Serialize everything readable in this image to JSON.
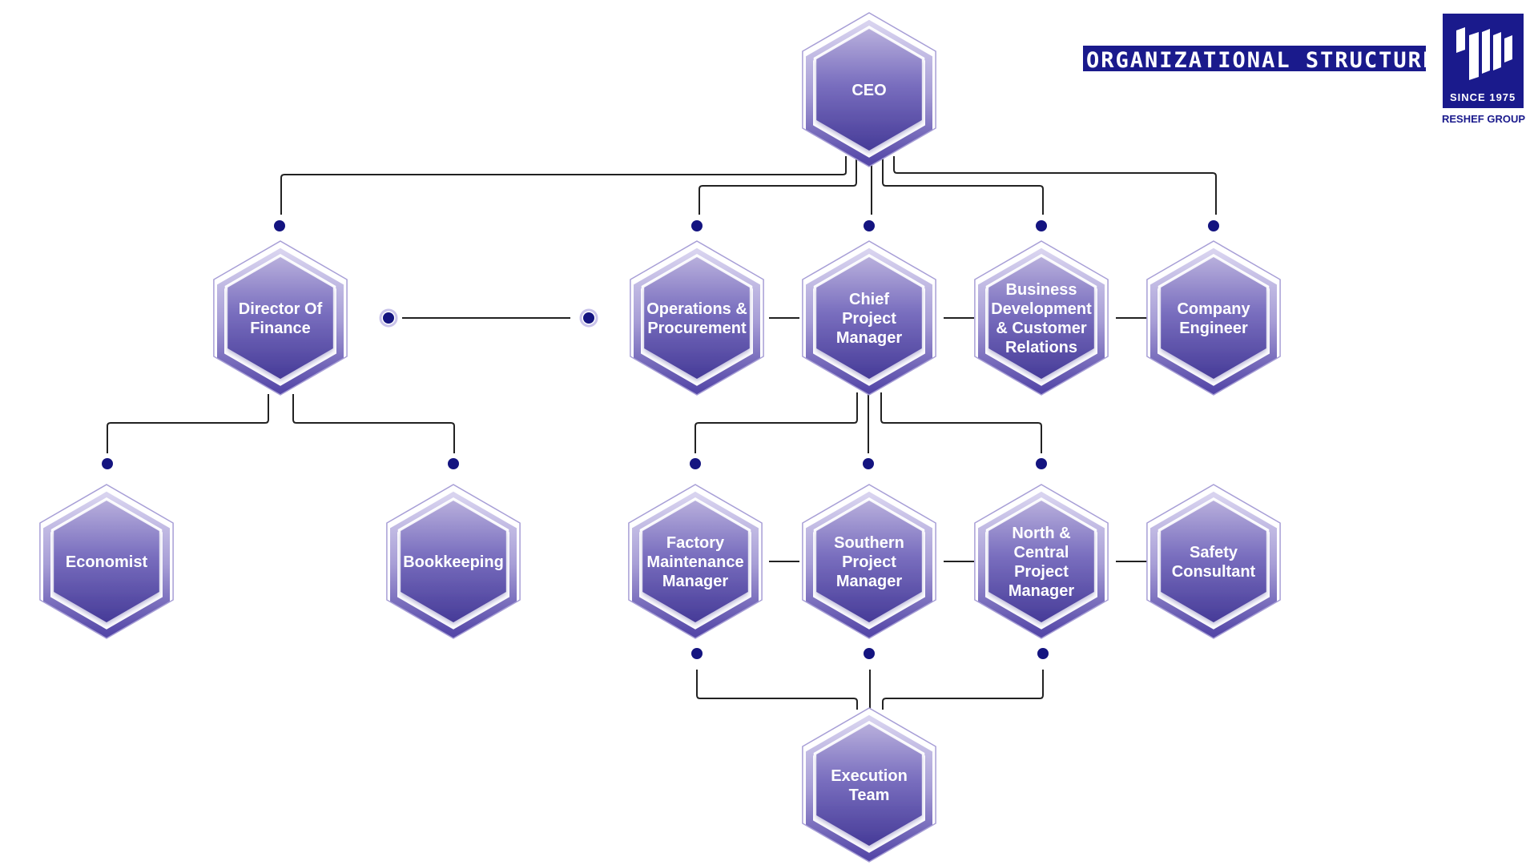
{
  "header": {
    "title": "ORGANIZATIONAL STRUCTURE",
    "since": "SINCE 1975",
    "brand": "RESHEF GROUP"
  },
  "colors": {
    "navy": "#1a1a8c",
    "node_fill_top": "#b2a8d8",
    "node_fill_bottom": "#4a3f9c",
    "node_border": "#5b4fae",
    "node_outline": "#9a90cc",
    "connector": "#222222",
    "dot": "#141480"
  },
  "nodes": [
    {
      "id": "ceo",
      "lines": [
        "CEO"
      ]
    },
    {
      "id": "director-of-finance",
      "lines": [
        "Director Of",
        "Finance"
      ]
    },
    {
      "id": "operations-procurement",
      "lines": [
        "Operations &",
        "Procurement"
      ]
    },
    {
      "id": "chief-project-manager",
      "lines": [
        "Chief",
        "Project",
        "Manager"
      ]
    },
    {
      "id": "business-development",
      "lines": [
        "Business",
        "Development",
        "& Customer",
        "Relations"
      ]
    },
    {
      "id": "company-engineer",
      "lines": [
        "Company",
        "Engineer"
      ]
    },
    {
      "id": "economist",
      "lines": [
        "Economist"
      ]
    },
    {
      "id": "bookkeeping",
      "lines": [
        "Bookkeeping"
      ]
    },
    {
      "id": "factory-maintenance-manager",
      "lines": [
        "Factory",
        "Maintenance",
        "Manager"
      ]
    },
    {
      "id": "southern-project-manager",
      "lines": [
        "Southern",
        "Project",
        "Manager"
      ]
    },
    {
      "id": "north-central-project-manager",
      "lines": [
        "North &",
        "Central",
        "Project",
        "Manager"
      ]
    },
    {
      "id": "safety-consultant",
      "lines": [
        "Safety",
        "Consultant"
      ]
    },
    {
      "id": "execution-team",
      "lines": [
        "Execution",
        "Team"
      ]
    }
  ],
  "connections": [
    {
      "from": "ceo",
      "to": "director-of-finance"
    },
    {
      "from": "ceo",
      "to": "operations-procurement"
    },
    {
      "from": "ceo",
      "to": "chief-project-manager"
    },
    {
      "from": "ceo",
      "to": "business-development"
    },
    {
      "from": "ceo",
      "to": "company-engineer"
    },
    {
      "from": "director-of-finance",
      "to": "operations-procurement"
    },
    {
      "from": "operations-procurement",
      "to": "chief-project-manager"
    },
    {
      "from": "chief-project-manager",
      "to": "business-development"
    },
    {
      "from": "business-development",
      "to": "company-engineer"
    },
    {
      "from": "director-of-finance",
      "to": "economist"
    },
    {
      "from": "director-of-finance",
      "to": "bookkeeping"
    },
    {
      "from": "chief-project-manager",
      "to": "factory-maintenance-manager"
    },
    {
      "from": "chief-project-manager",
      "to": "southern-project-manager"
    },
    {
      "from": "chief-project-manager",
      "to": "north-central-project-manager"
    },
    {
      "from": "factory-maintenance-manager",
      "to": "southern-project-manager"
    },
    {
      "from": "southern-project-manager",
      "to": "north-central-project-manager"
    },
    {
      "from": "north-central-project-manager",
      "to": "safety-consultant"
    },
    {
      "from": "factory-maintenance-manager",
      "to": "execution-team"
    },
    {
      "from": "southern-project-manager",
      "to": "execution-team"
    },
    {
      "from": "north-central-project-manager",
      "to": "execution-team"
    }
  ]
}
